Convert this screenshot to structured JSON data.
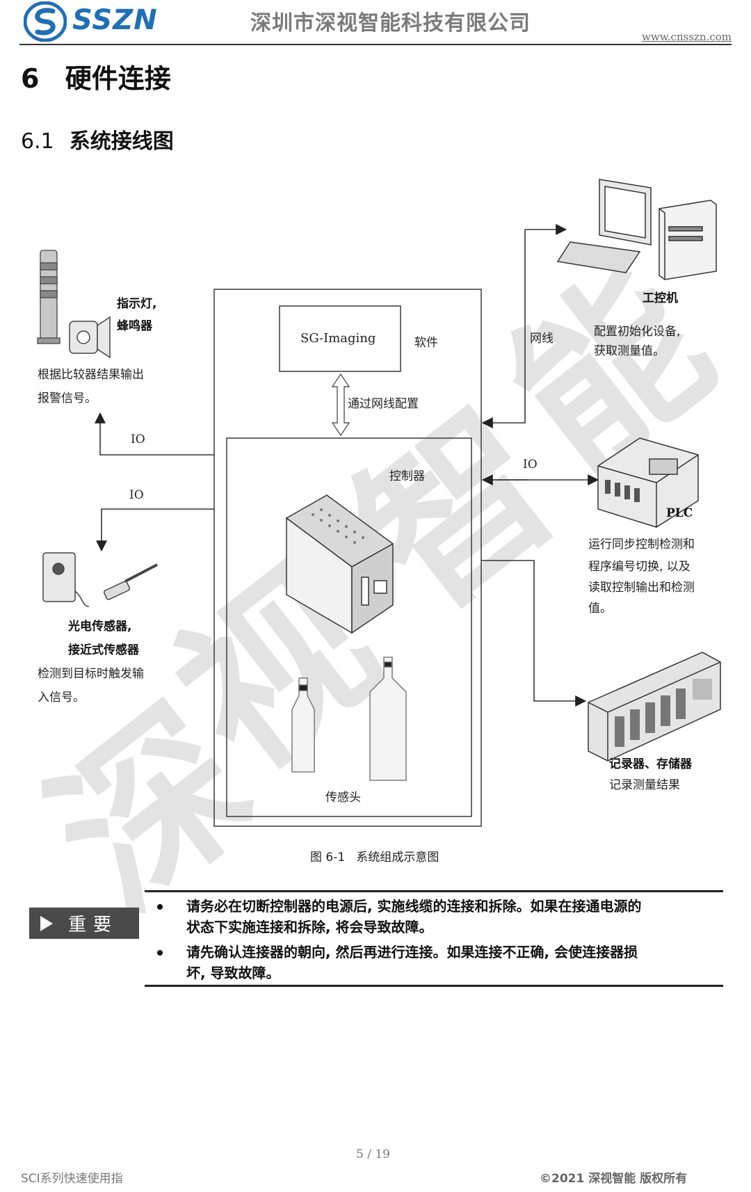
{
  "header": {
    "logo_text": "SSZN",
    "company": "深圳市深视智能科技有限公司",
    "website": "www.cnsszn.com"
  },
  "section": {
    "number": "6",
    "title": "硬件连接",
    "sub_number": "6.1",
    "sub_title": "系统接线图"
  },
  "diagram": {
    "software_box": "SG-Imaging",
    "software_label": "软件",
    "network_config": "通过网线配置",
    "controller_label": "控制器",
    "sensor_head_label": "传感头",
    "indicator_title_1": "指示灯,",
    "indicator_title_2": "蜂鸣器",
    "indicator_desc_1": "根据比较器结果输出",
    "indicator_desc_2": "报警信号。",
    "io_top": "IO",
    "io_left": "IO",
    "io_right": "IO",
    "sensor_title_1": "光电传感器,",
    "sensor_title_2": "接近式传感器",
    "sensor_desc_1": "检测到目标时触发输",
    "sensor_desc_2": "入信号。",
    "pc_title": "工控机",
    "network_cable": "网线",
    "pc_desc_1": "配置初始化设备,",
    "pc_desc_2": "获取测量值。",
    "plc_title": "PLC",
    "plc_desc_1": "运行同步控制检测和",
    "plc_desc_2": "程序编号切换, 以及",
    "plc_desc_3": "读取控制输出和检测",
    "plc_desc_4": "值。",
    "recorder_title": "记录器、存储器",
    "recorder_desc": "记录测量结果",
    "caption": "图 6-1   系统组成示意图"
  },
  "important": {
    "badge": "重要",
    "items": [
      {
        "line1": "请务必在切断控制器的电源后, 实施线缆的连接和拆除。如果在接通电源的",
        "line2": "状态下实施连接和拆除, 将会导致故障。"
      },
      {
        "line1": "请先确认连接器的朝向, 然后再进行连接。如果连接不正确, 会使连接器损",
        "line2": "坏, 导致故障。"
      }
    ]
  },
  "footer": {
    "page": "5 / 19",
    "left": "SCI系列快速使用指",
    "copyright": "©2021 深视智能 版权所有"
  },
  "watermark_chars": [
    "深",
    "视",
    "智",
    "能"
  ],
  "colors": {
    "logo_blue": "#1f6fb5",
    "watermark": "#d9d9d9",
    "line": "#333333"
  }
}
